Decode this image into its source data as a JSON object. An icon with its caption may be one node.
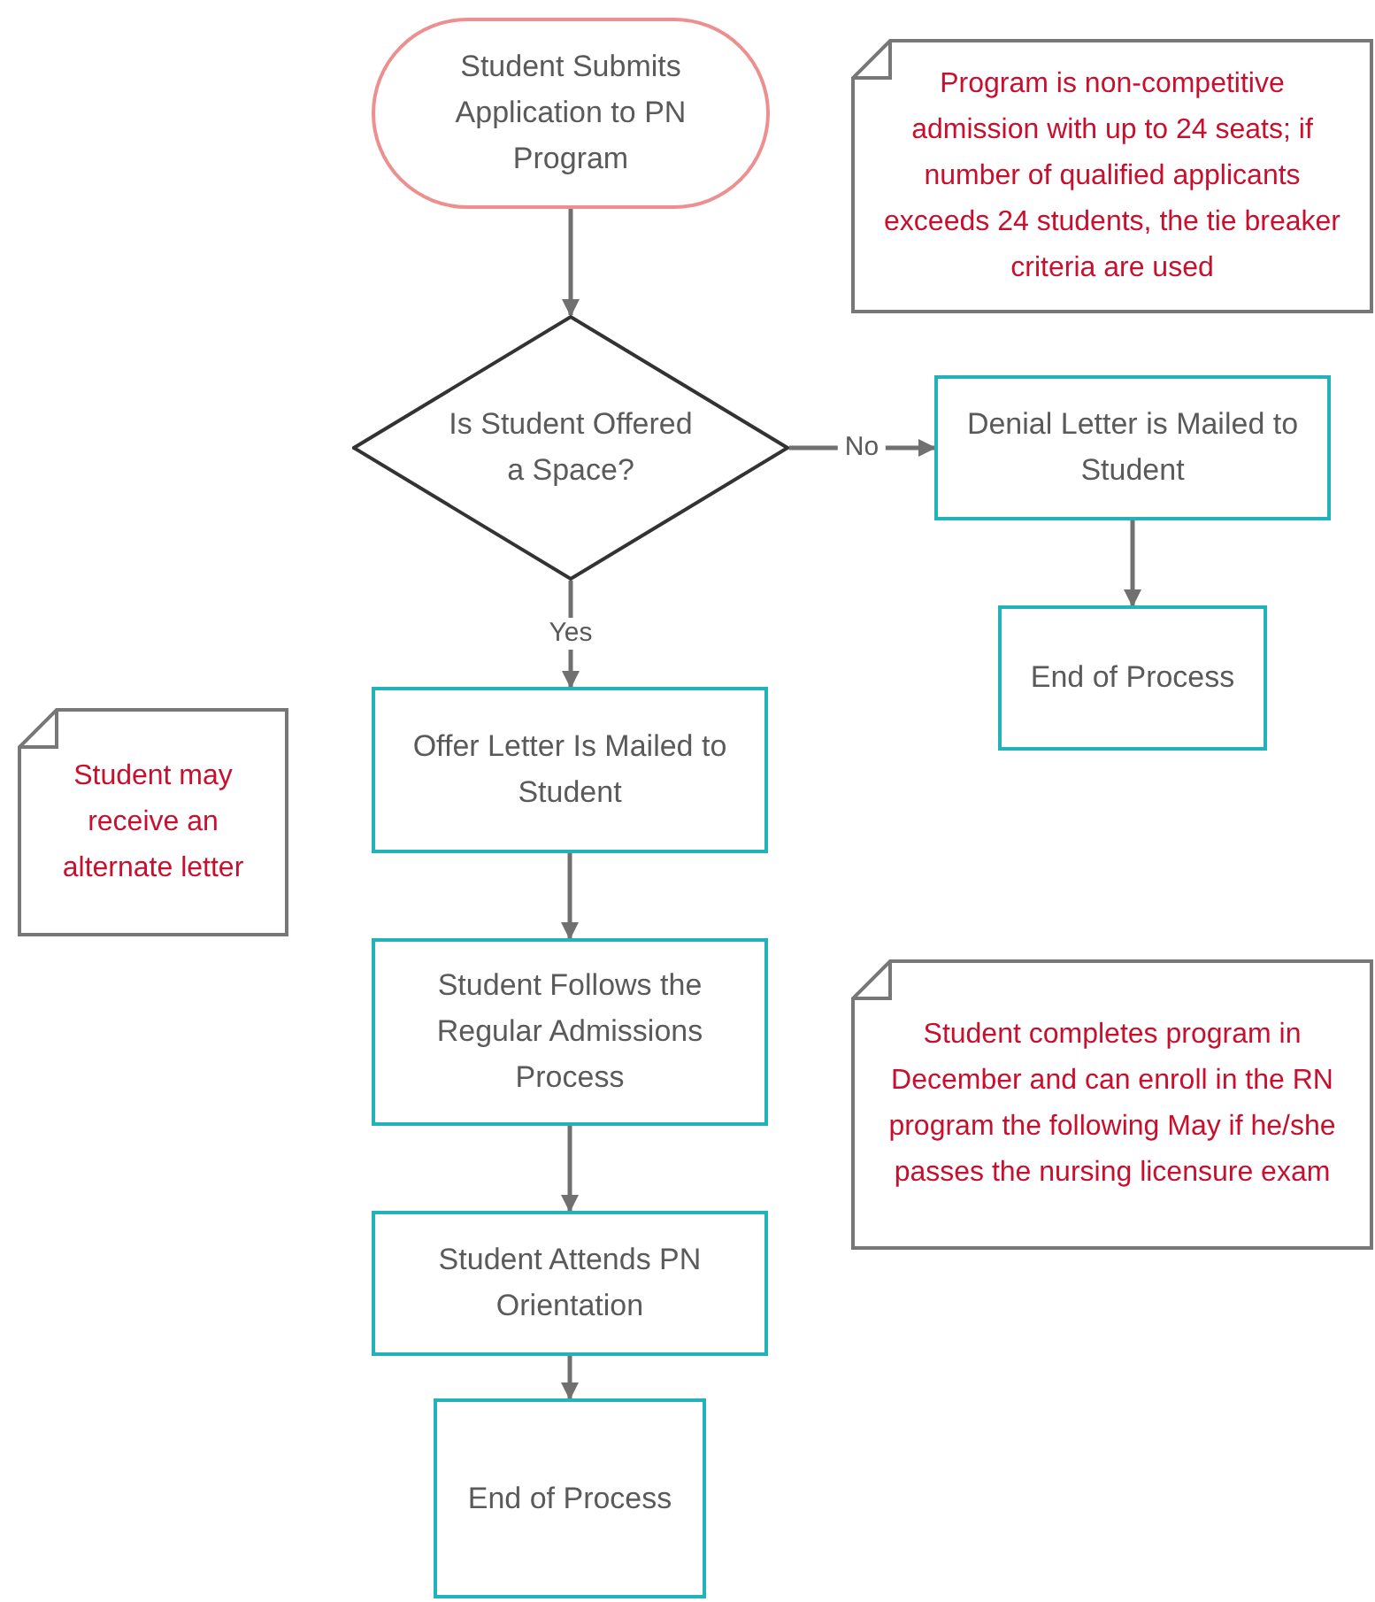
{
  "diagram": {
    "nodes": [
      {
        "text": [
          "Student Submits Application to PN Program"
        ]
      },
      {
        "text": [
          "Is Student Offered a Space?"
        ]
      },
      {
        "text": [
          "Denial Letter is Mailed to Student"
        ]
      },
      {
        "text": [
          "End of Process"
        ]
      },
      {
        "text": [
          "Offer Letter Is Mailed to Student"
        ]
      },
      {
        "text": [
          "Student Follows the Regular Admissions Process"
        ]
      },
      {
        "text": [
          "Student Attends PN Orientation"
        ]
      },
      {
        "text": [
          "End of Process"
        ]
      },
      {
        "text": [
          "Program is non-competitive admission with up to 24 seats; if number of qualified applicants exceeds 24 students, the tie breaker criteria are used"
        ]
      },
      {
        "text": [
          "Student may receive an alternate letter"
        ]
      },
      {
        "text": [
          "Student completes program in December and can enroll in the RN program the following May if he/she passes the nursing licensure exam"
        ]
      }
    ],
    "edges": [
      {
        "from": 0,
        "to": 1,
        "arrow": "to"
      },
      {
        "from": 1,
        "to": 2,
        "arrow": "to",
        "label": "No"
      },
      {
        "from": 2,
        "to": 3,
        "arrow": "to"
      },
      {
        "from": 1,
        "to": 4,
        "arrow": "to",
        "label": "Yes"
      },
      {
        "from": 4,
        "to": 5,
        "arrow": "to"
      },
      {
        "from": 5,
        "to": 6,
        "arrow": "to"
      },
      {
        "from": 6,
        "to": 7,
        "arrow": "to"
      }
    ]
  }
}
